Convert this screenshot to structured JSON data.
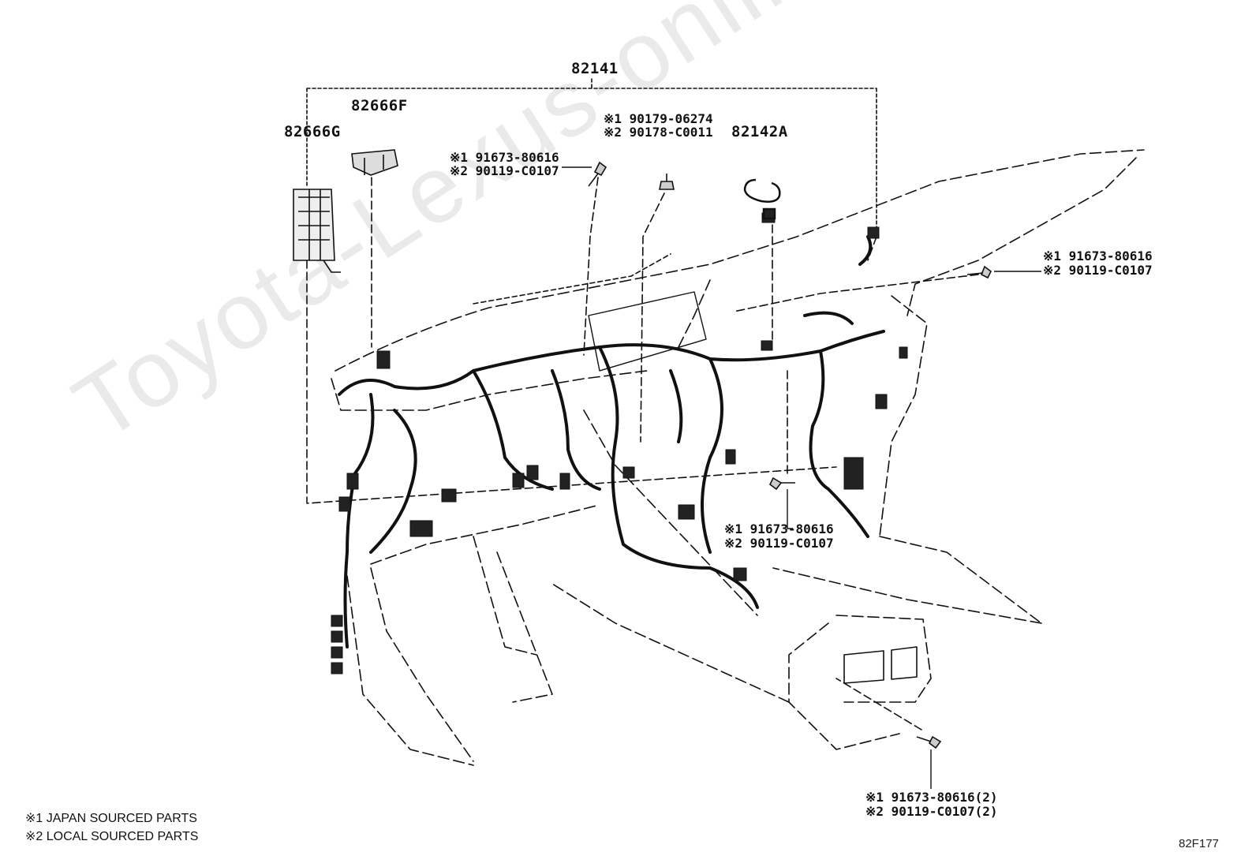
{
  "watermark": "Toyota-Lexus-online.ru",
  "labels": {
    "p82141": "82141",
    "p82666F": "82666F",
    "p82666G": "82666G",
    "p82142A": "82142A",
    "upper_center_1": "※1 90179-06274",
    "upper_center_2": "※2 90178-C0011",
    "upper_left_1": "※1 91673-80616",
    "upper_left_2": "※2 90119-C0107",
    "right_1": "※1 91673-80616",
    "right_2": "※2 90119-C0107",
    "mid_1": "※1 91673-80616",
    "mid_2": "※2 90119-C0107",
    "bottom_1": "※1 91673-80616(2)",
    "bottom_2": "※2 90119-C0107(2)"
  },
  "legend": {
    "note1": "※1 JAPAN SOURCED PARTS",
    "note2": "※2 LOCAL SOURCED PARTS"
  },
  "diagram_code": "82F177"
}
